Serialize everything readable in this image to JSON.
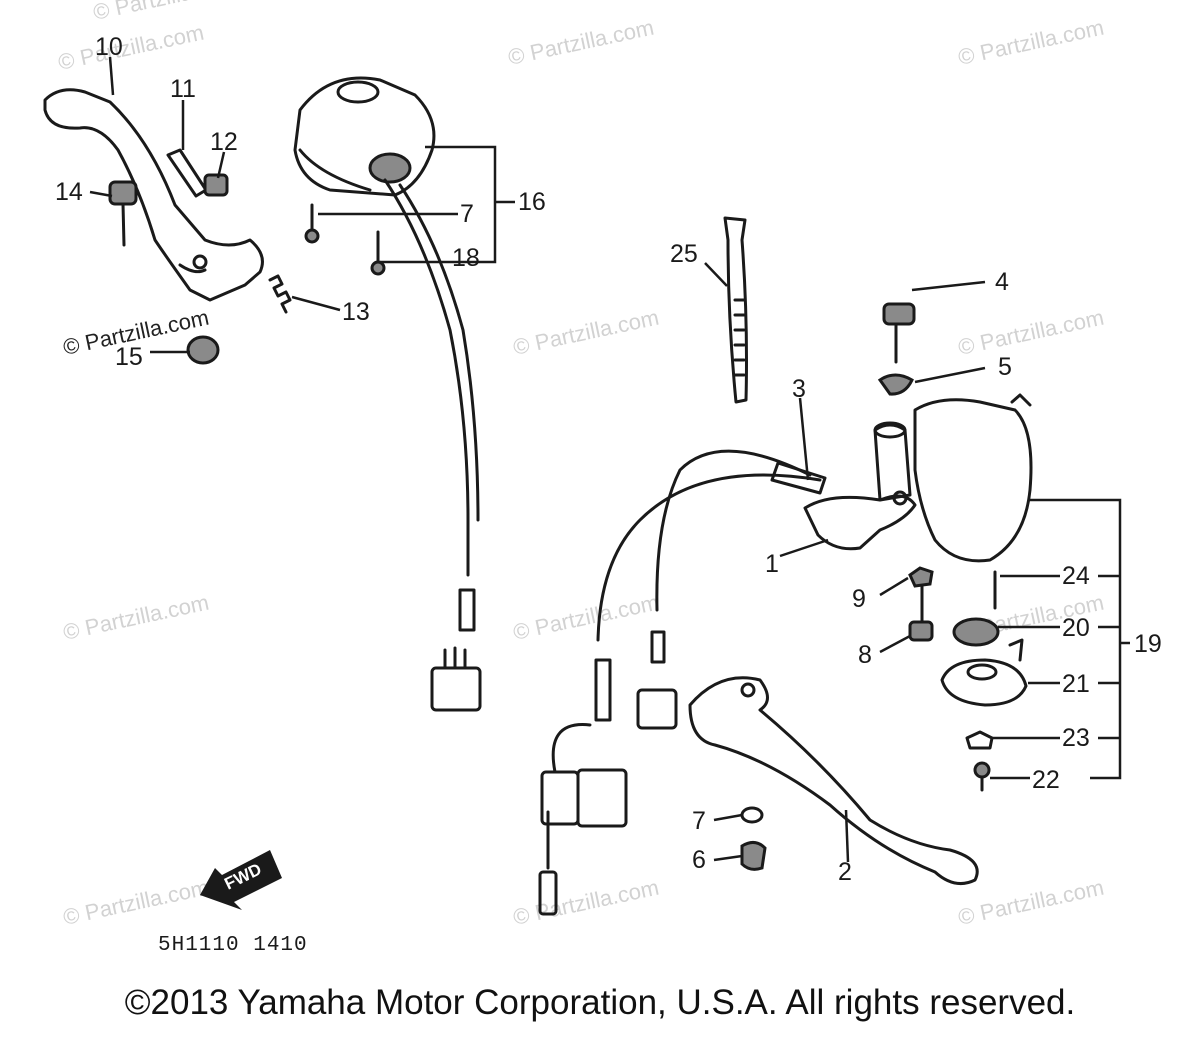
{
  "watermark": "© Partzilla.com",
  "callouts": {
    "p1": "1",
    "p2": "2",
    "p3": "3",
    "p4": "4",
    "p5": "5",
    "p6": "6",
    "p7a": "7",
    "p7b": "7",
    "p8": "8",
    "p9": "9",
    "p10": "10",
    "p11": "11",
    "p12": "12",
    "p13": "13",
    "p14": "14",
    "p15": "15",
    "p16": "16",
    "p18": "18",
    "p19": "19",
    "p20": "20",
    "p21": "21",
    "p22": "22",
    "p23": "23",
    "p24": "24",
    "p25": "25"
  },
  "forward_arrow_label": "FWD",
  "diagram_code": "5H1110 1410",
  "copyright": "©2013 Yamaha Motor Corporation, U.S.A. All rights reserved.",
  "colors": {
    "line": "#1a1a1a",
    "part_shading": "#8a8a8a",
    "watermark": "#d2d2d2"
  }
}
